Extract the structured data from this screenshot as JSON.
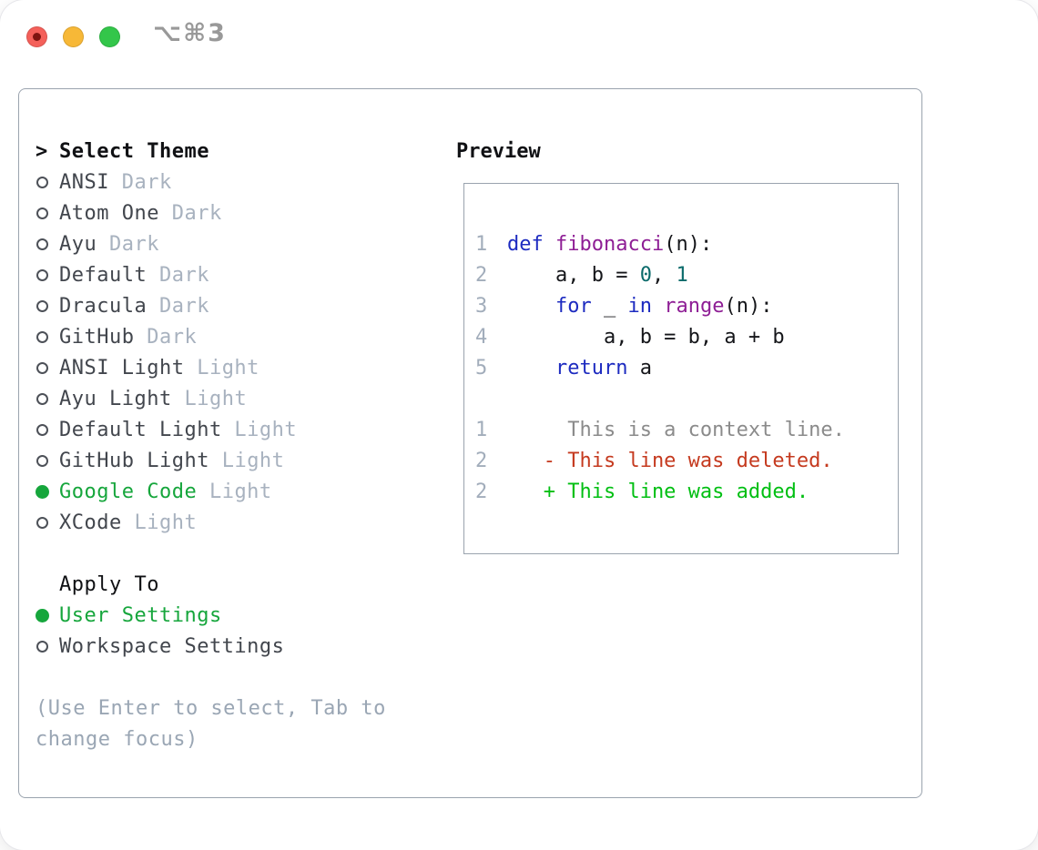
{
  "window": {
    "title": "⌥⌘3"
  },
  "selector": {
    "prompt": ">",
    "title": "Select Theme",
    "themes": [
      {
        "name": "ANSI",
        "variant": "Dark",
        "selected": false
      },
      {
        "name": "Atom One",
        "variant": "Dark",
        "selected": false
      },
      {
        "name": "Ayu",
        "variant": "Dark",
        "selected": false
      },
      {
        "name": "Default",
        "variant": "Dark",
        "selected": false
      },
      {
        "name": "Dracula",
        "variant": "Dark",
        "selected": false
      },
      {
        "name": "GitHub",
        "variant": "Dark",
        "selected": false
      },
      {
        "name": "ANSI Light",
        "variant": "Light",
        "selected": false
      },
      {
        "name": "Ayu Light",
        "variant": "Light",
        "selected": false
      },
      {
        "name": "Default Light",
        "variant": "Light",
        "selected": false
      },
      {
        "name": "GitHub Light",
        "variant": "Light",
        "selected": false
      },
      {
        "name": "Google Code",
        "variant": "Light",
        "selected": true
      },
      {
        "name": "XCode",
        "variant": "Light",
        "selected": false
      }
    ],
    "apply_to": {
      "title": "Apply To",
      "options": [
        {
          "label": "User Settings",
          "selected": true
        },
        {
          "label": "Workspace Settings",
          "selected": false
        }
      ]
    },
    "hint_lines": [
      "(Use Enter to select, Tab to",
      "change focus)"
    ]
  },
  "preview": {
    "title": "Preview",
    "lines": [
      {
        "num": "1",
        "tokens": [
          {
            "text": "def",
            "style": "kwd"
          },
          {
            "text": " ",
            "style": "pln"
          },
          {
            "text": "fibonacci",
            "style": "typ"
          },
          {
            "text": "(n):",
            "style": "pln"
          }
        ]
      },
      {
        "num": "2",
        "tokens": [
          {
            "text": "    a, b = ",
            "style": "pln"
          },
          {
            "text": "0",
            "style": "lit"
          },
          {
            "text": ", ",
            "style": "pln"
          },
          {
            "text": "1",
            "style": "lit"
          }
        ]
      },
      {
        "num": "3",
        "tokens": [
          {
            "text": "    ",
            "style": "pln"
          },
          {
            "text": "for",
            "style": "kwd"
          },
          {
            "text": " _ ",
            "style": "pln"
          },
          {
            "text": "in",
            "style": "kwd"
          },
          {
            "text": " ",
            "style": "pln"
          },
          {
            "text": "range",
            "style": "typ"
          },
          {
            "text": "(n):",
            "style": "pln"
          }
        ]
      },
      {
        "num": "4",
        "tokens": [
          {
            "text": "        a, b = b, a + b",
            "style": "pln"
          }
        ]
      },
      {
        "num": "5",
        "tokens": [
          {
            "text": "    ",
            "style": "pln"
          },
          {
            "text": "return",
            "style": "kwd"
          },
          {
            "text": " a",
            "style": "pln"
          }
        ]
      },
      {
        "num": "",
        "tokens": []
      },
      {
        "num": "1",
        "tokens": [
          {
            "text": "     This is a context line.",
            "style": "ctx"
          }
        ]
      },
      {
        "num": "2",
        "tokens": [
          {
            "text": "   - This line was deleted.",
            "style": "del"
          }
        ]
      },
      {
        "num": "2",
        "tokens": [
          {
            "text": "   + This line was added.",
            "style": "add"
          }
        ]
      }
    ]
  },
  "colors": {
    "accent_green": "#16a63c",
    "list_text": "#42464d",
    "header_text": "#101114",
    "muted": "#a8b2bf",
    "hint": "#9aa6b4",
    "border": "#9aa3ae",
    "line_number": "#a2adbb",
    "syntax_keyword": "#1d2bc0",
    "syntax_function": "#8e1e95",
    "syntax_literal": "#0b6b6b",
    "syntax_plain": "#15161a",
    "diff_context": "#8b8b8b",
    "diff_deleted": "#c53a1f",
    "diff_added": "#00bf12",
    "traffic_red": "#f4605a",
    "traffic_red_dot": "#7e1410",
    "traffic_yellow": "#f7b837",
    "traffic_green": "#33c64a",
    "title_text": "#999999"
  }
}
